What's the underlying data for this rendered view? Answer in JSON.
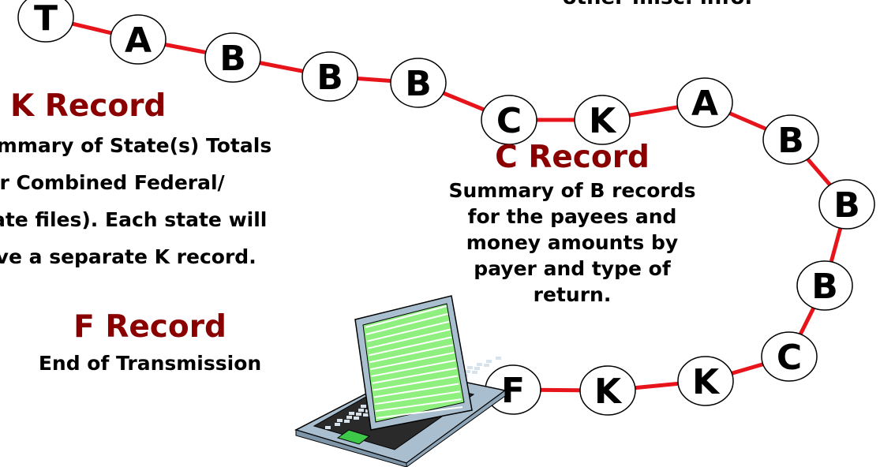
{
  "colors": {
    "chain_line": "#e8141b",
    "heading": "#8a0000",
    "text": "#000000",
    "node_fill": "#ffffff",
    "node_stroke": "#000000",
    "laptop_body": "#a9bfcf",
    "laptop_screen": "#8ff07f"
  },
  "diagram": {
    "top_fragment": "other misc. info.",
    "nodes": [
      "T",
      "A",
      "B",
      "B",
      "B",
      "C",
      "K",
      "A",
      "B",
      "B",
      "B",
      "C",
      "K",
      "K",
      "F"
    ],
    "k_record": {
      "title": "K Record",
      "lines": [
        "Summary of State(s) Totals",
        "(for Combined Federal/",
        "State files).  Each state will",
        "have a separate K record."
      ]
    },
    "c_record": {
      "title": "C Record",
      "lines": [
        "Summary of B records",
        "for the payees and",
        "money amounts by",
        "payer and type of",
        "return."
      ]
    },
    "f_record": {
      "title": "F Record",
      "lines": [
        "End of Transmission"
      ]
    },
    "laptop_icon": "laptop-icon"
  }
}
